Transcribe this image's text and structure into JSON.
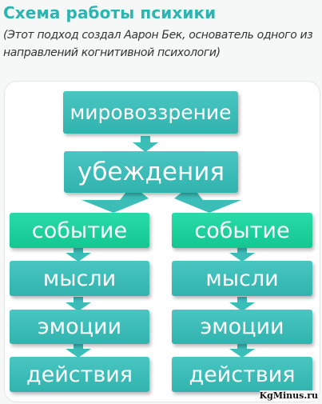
{
  "header": {
    "title": "Схема работы психики",
    "subtitle": "(Этот подход создал Аарон Бек, основатель одного из направлений когнитивной психологи)"
  },
  "diagram": {
    "top": {
      "worldview": "мировоззрение",
      "beliefs": "убеждения"
    },
    "left_column": {
      "event": "событие",
      "thoughts": "мысли",
      "emotions": "эмоции",
      "actions": "действия"
    },
    "right_column": {
      "event": "событие",
      "thoughts": "мысли",
      "emotions": "эмоции",
      "actions": "действия"
    }
  },
  "watermark": "KgMinus.ru",
  "colors": {
    "title": "#2bb5b0",
    "box_teal": "#3bbdb8",
    "box_green": "#1dd19c",
    "arrow": "#3bbdb8"
  }
}
